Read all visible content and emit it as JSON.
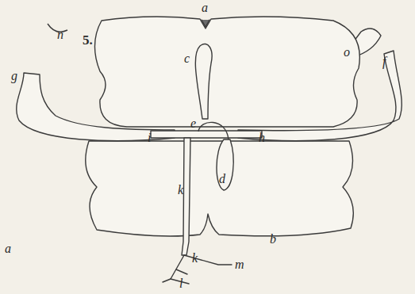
{
  "diagram": {
    "labels": [
      "n",
      "a",
      "o",
      "5.",
      "c",
      "g",
      "f",
      "e",
      "i",
      "h",
      "d",
      "k",
      "a",
      "b",
      "k",
      "l",
      "m"
    ]
  }
}
